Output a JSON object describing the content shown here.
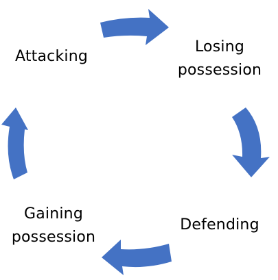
{
  "diagram": {
    "type": "cycle",
    "arrow_color": "#4472C4",
    "text_color": "#000000",
    "stages": [
      {
        "id": "attacking",
        "lines": [
          "Attacking"
        ]
      },
      {
        "id": "losing-possession",
        "lines": [
          "Losing",
          "possession"
        ]
      },
      {
        "id": "defending",
        "lines": [
          "Defending"
        ]
      },
      {
        "id": "gaining-possession",
        "lines": [
          "Gaining",
          "possession"
        ]
      }
    ]
  }
}
